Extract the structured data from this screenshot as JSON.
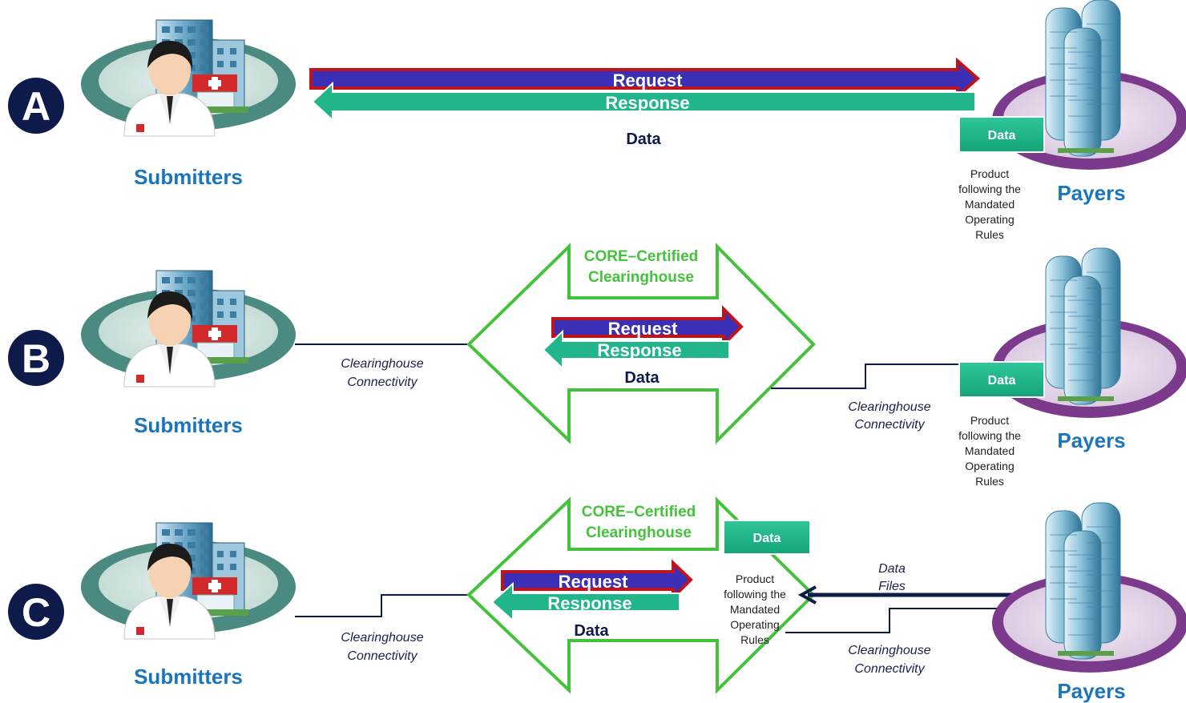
{
  "rows": [
    {
      "id": "A",
      "submitters": "Submitters",
      "payers": "Payers",
      "request": "Request",
      "response": "Response",
      "data": "Data",
      "data_box": "Data",
      "product": [
        "Product",
        "following the",
        "Mandated",
        "Operating",
        "Rules"
      ]
    },
    {
      "id": "B",
      "submitters": "Submitters",
      "payers": "Payers",
      "request": "Request",
      "response": "Response",
      "data": "Data",
      "data_box": "Data",
      "product": [
        "Product",
        "following the",
        "Mandated",
        "Operating",
        "Rules"
      ],
      "clearinghouse": [
        "CORE–Certified",
        "Clearinghouse"
      ],
      "connectivity_left": [
        "Clearinghouse",
        "Connectivity"
      ],
      "connectivity_right": [
        "Clearinghouse",
        "Connectivity"
      ]
    },
    {
      "id": "C",
      "submitters": "Submitters",
      "payers": "Payers",
      "request": "Request",
      "response": "Response",
      "data": "Data",
      "data_box": "Data",
      "product": [
        "Product",
        "following the",
        "Mandated",
        "Operating",
        "Rules"
      ],
      "clearinghouse": [
        "CORE–Certified",
        "Clearinghouse"
      ],
      "connectivity_left": [
        "Clearinghouse",
        "Connectivity"
      ],
      "connectivity_right": [
        "Clearinghouse",
        "Connectivity"
      ],
      "data_files": [
        "Data",
        "Files"
      ]
    }
  ],
  "colors": {
    "label_blue": "#1a75bc",
    "request_blue": "#3a2fb5",
    "request_border": "#c0141c",
    "response_green": "#20b58a",
    "clearinghouse_green": "#45c23b",
    "payer_ring": "#7b3a8c",
    "submitter_ring": "#4b8a80",
    "connector_navy": "#0d1a4a"
  }
}
